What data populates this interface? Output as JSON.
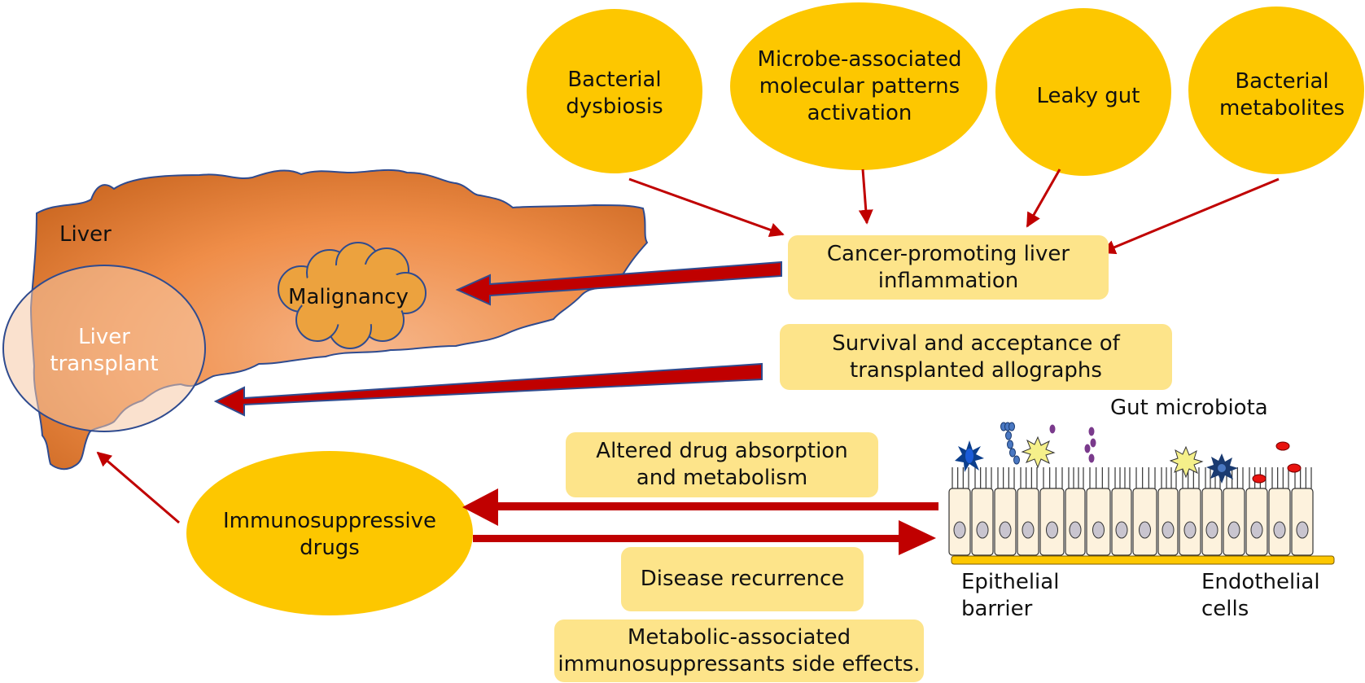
{
  "colors": {
    "factor_ellipse": "#fdc700",
    "label_box": "#fde48a",
    "arrow_red": "#c00000",
    "arrow_outline": "#2f4b8f",
    "liver": "#ee8a45",
    "malignancy": "#eca23e",
    "transplant_fill": "#f6c8a6",
    "cell_fill": "#fdf2dd",
    "barrier": "#fdc700"
  },
  "factors": [
    {
      "label": "Bacterial\ndysbiosis"
    },
    {
      "label": "Microbe-associated\nmolecular patterns\nactivation"
    },
    {
      "label": "Leaky gut"
    },
    {
      "label": "Bacterial\nmetabolites"
    }
  ],
  "liver": {
    "label": "Liver",
    "malignancy_label": "Malignancy",
    "transplant_label": "Liver\ntransplant"
  },
  "boxes": {
    "inflammation": "Cancer-promoting liver\ninflammation",
    "survival": "Survival and acceptance of\ntransplanted allographs",
    "absorption": "Altered drug absorption\nand metabolism",
    "recurrence": "Disease recurrence",
    "side_effects": "Metabolic-associated\nimmunosuppressants side effects."
  },
  "drugs": {
    "label": "Immunosuppressive\ndrugs"
  },
  "gut": {
    "title": "Gut microbiota",
    "epithelial": "Epithelial\nbarrier",
    "endothelial": "Endothelial\ncells"
  }
}
